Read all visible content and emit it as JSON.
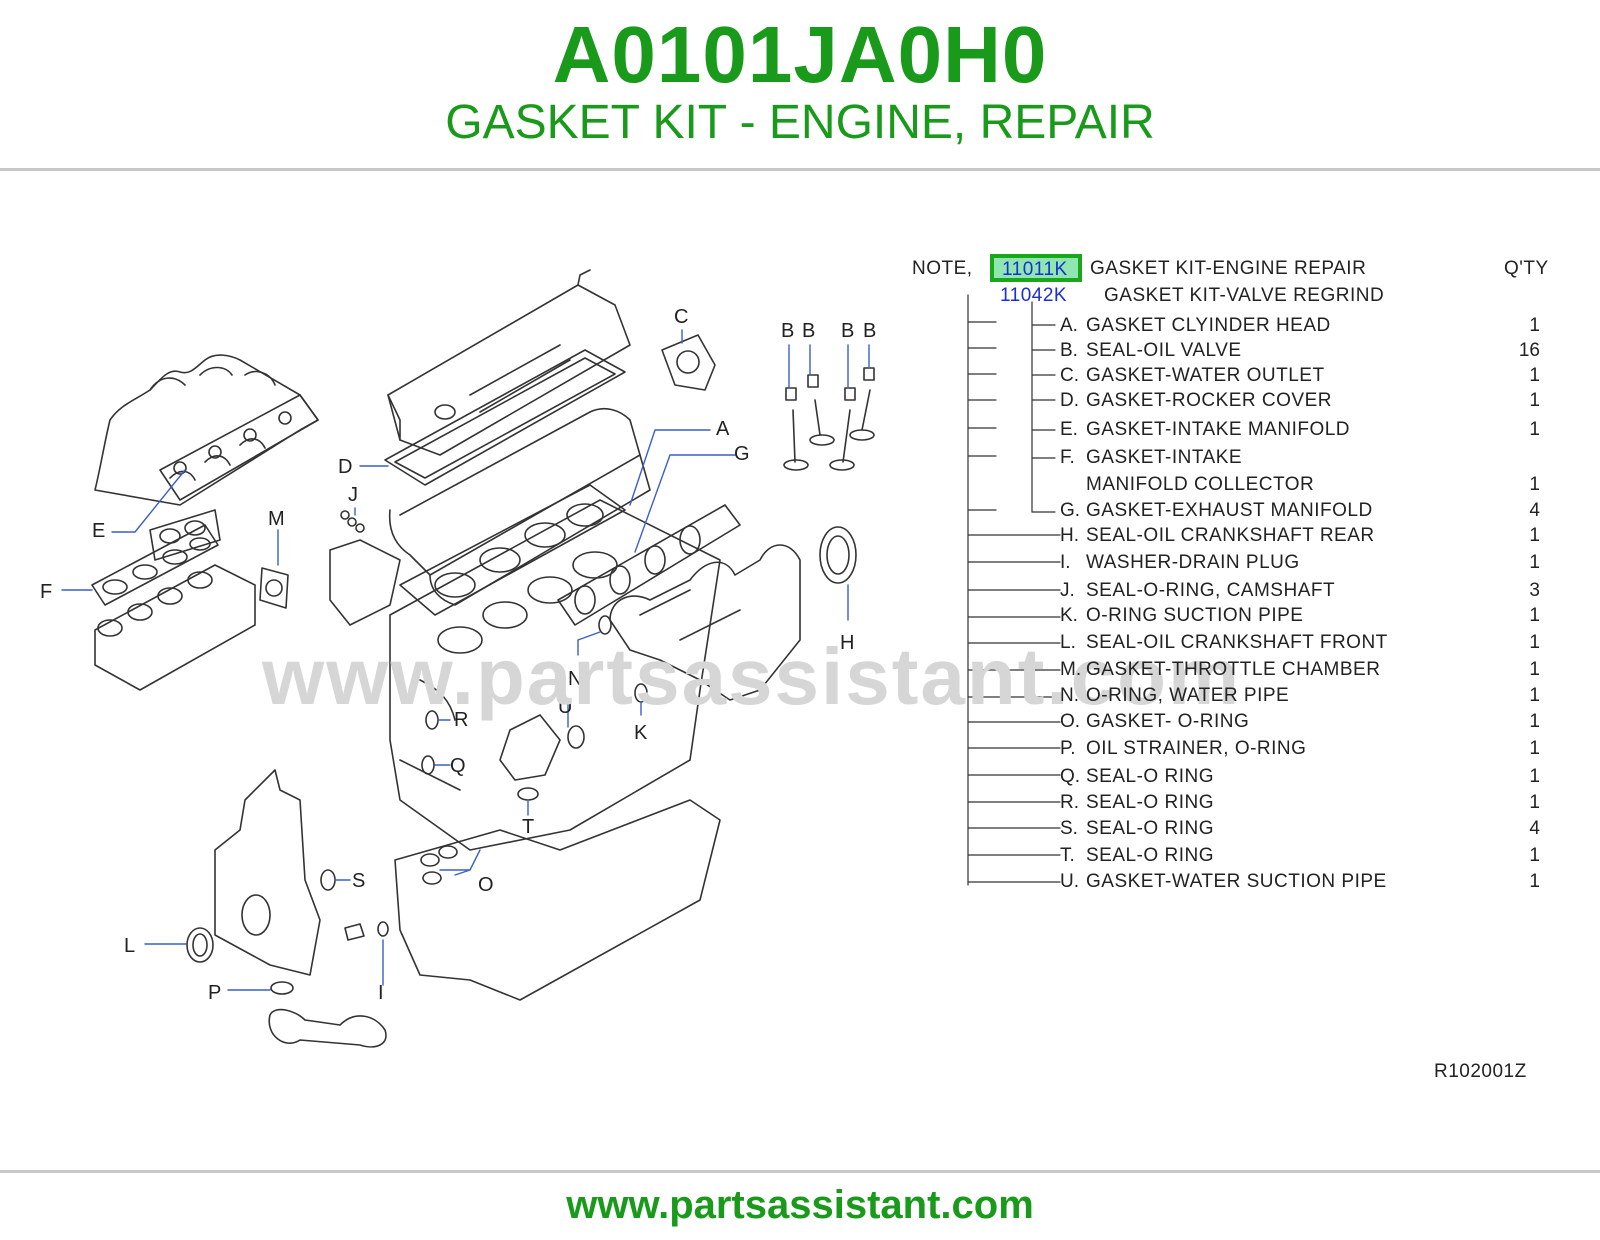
{
  "header": {
    "part_number": "A0101JA0H0",
    "title": "GASKET KIT - ENGINE, REPAIR"
  },
  "watermark": "www.partsassistant.com",
  "footer": {
    "url": "www.partsassistant.com"
  },
  "diagram_ref": "R102001Z",
  "parts_list": {
    "note_label": "NOTE,",
    "kit_code": "11011K",
    "kit_name": "GASKET  KIT-ENGINE  REPAIR",
    "qty_header": "Q'TY",
    "subkit_code": "11042K",
    "subkit_name": "GASKET  KIT-VALVE  REGRIND",
    "items": [
      {
        "letter": "A.",
        "name": "GASKET  CLYINDER  HEAD",
        "qty": "1"
      },
      {
        "letter": "B.",
        "name": "SEAL-OIL  VALVE",
        "qty": "16"
      },
      {
        "letter": "C.",
        "name": "GASKET-WATER  OUTLET",
        "qty": "1"
      },
      {
        "letter": "D.",
        "name": "GASKET-ROCKER  COVER",
        "qty": "1"
      },
      {
        "letter": "E.",
        "name": "GASKET-INTAKE  MANIFOLD",
        "qty": "1"
      },
      {
        "letter": "F.",
        "name": "GASKET-INTAKE",
        "qty": ""
      },
      {
        "letter": "",
        "name": "MANIFOLD  COLLECTOR",
        "qty": "1"
      },
      {
        "letter": "G.",
        "name": "GASKET-EXHAUST  MANIFOLD",
        "qty": "4"
      },
      {
        "letter": "H.",
        "name": "SEAL-OIL  CRANKSHAFT  REAR",
        "qty": "1"
      },
      {
        "letter": "I.",
        "name": " WASHER-DRAIN  PLUG",
        "qty": "1"
      },
      {
        "letter": "J.",
        "name": "SEAL-O-RING,  CAMSHAFT",
        "qty": "3"
      },
      {
        "letter": "K.",
        "name": "O-RING  SUCTION  PIPE",
        "qty": "1"
      },
      {
        "letter": "L.",
        "name": "SEAL-OIL  CRANKSHAFT  FRONT",
        "qty": "1"
      },
      {
        "letter": "M.",
        "name": "GASKET-THROTTLE  CHAMBER",
        "qty": "1"
      },
      {
        "letter": "N.",
        "name": "O-RING,  WATER  PIPE",
        "qty": "1"
      },
      {
        "letter": "O.",
        "name": "GASKET-  O-RING",
        "qty": "1"
      },
      {
        "letter": "P.",
        "name": "OIL  STRAINER,   O-RING",
        "qty": "1"
      },
      {
        "letter": "Q.",
        "name": "SEAL-O  RING",
        "qty": "1"
      },
      {
        "letter": "R.",
        "name": "SEAL-O  RING",
        "qty": "1"
      },
      {
        "letter": "S.",
        "name": "SEAL-O  RING",
        "qty": "4"
      },
      {
        "letter": "T.",
        "name": "SEAL-O  RING",
        "qty": "1"
      },
      {
        "letter": "U.",
        "name": "GASKET-WATER  SUCTION  PIPE",
        "qty": "1"
      }
    ]
  },
  "diagram_labels": {
    "A": "A",
    "B1": "B",
    "B2": "B",
    "B3": "B",
    "B4": "B",
    "C": "C",
    "D": "D",
    "E": "E",
    "F": "F",
    "G": "G",
    "H": "H",
    "I": "I",
    "J": "J",
    "K": "K",
    "L": "L",
    "M": "M",
    "N": "N",
    "O": "O",
    "P": "P",
    "Q": "Q",
    "R": "R",
    "S": "S",
    "T": "T",
    "U": "U"
  },
  "colors": {
    "brand_green": "#1a9a1a",
    "code_blue": "#1a2fd0",
    "leader_blue": "#3a5fc8",
    "highlight": "#8fe6b0"
  }
}
